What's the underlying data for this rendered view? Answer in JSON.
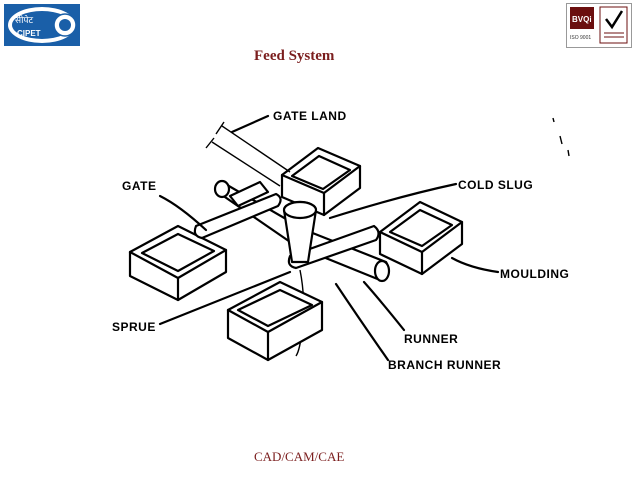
{
  "header": {
    "logo_left_text_top": "सीपेट",
    "logo_left_text_bottom": "CIPET",
    "logo_right_brand": "BVQi",
    "logo_right_sub": "ISO 9001"
  },
  "title": "Feed System",
  "labels": {
    "gate_land": "GATE LAND",
    "gate": "GATE",
    "cold_slug": "COLD SLUG",
    "moulding": "MOULDING",
    "sprue": "SPRUE",
    "runner": "RUNNER",
    "branch_runner": "BRANCH RUNNER"
  },
  "footer": "CAD/CAM/CAE"
}
